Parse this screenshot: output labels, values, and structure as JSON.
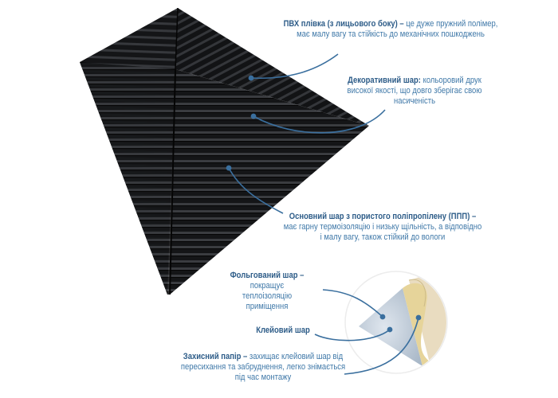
{
  "colors": {
    "heading": "#2d5c88",
    "body": "#3f78a8",
    "panel": "#151618",
    "leader": "#3a6f9e"
  },
  "annotations": {
    "pvc": {
      "title": "ПВХ плівка (з лицьового боку) –",
      "text": "це дуже пружний полімер, має малу вагу та стійкість до механічних пошкоджень"
    },
    "decor": {
      "title": "Декоративний шар:",
      "text": "кольоровий друк високої якості, що довго зберігає свою насиченість"
    },
    "base": {
      "title": "Основний шар з пористого поліпропілену (ППП) –",
      "text": "має гарну термоізоляцію і низьку щільність, а відповідно і малу вагу, також стійкий до вологи"
    },
    "foil": {
      "title": "Фольгований шар –",
      "text": "покращує теплоізоляцію приміщення"
    },
    "adhesive": {
      "title": "Клейовий шар"
    },
    "paper": {
      "title": "Захисний папір –",
      "text": "захищає клейовий шар від пересихання та забруднення, легко знімається під час монтажу"
    }
  }
}
